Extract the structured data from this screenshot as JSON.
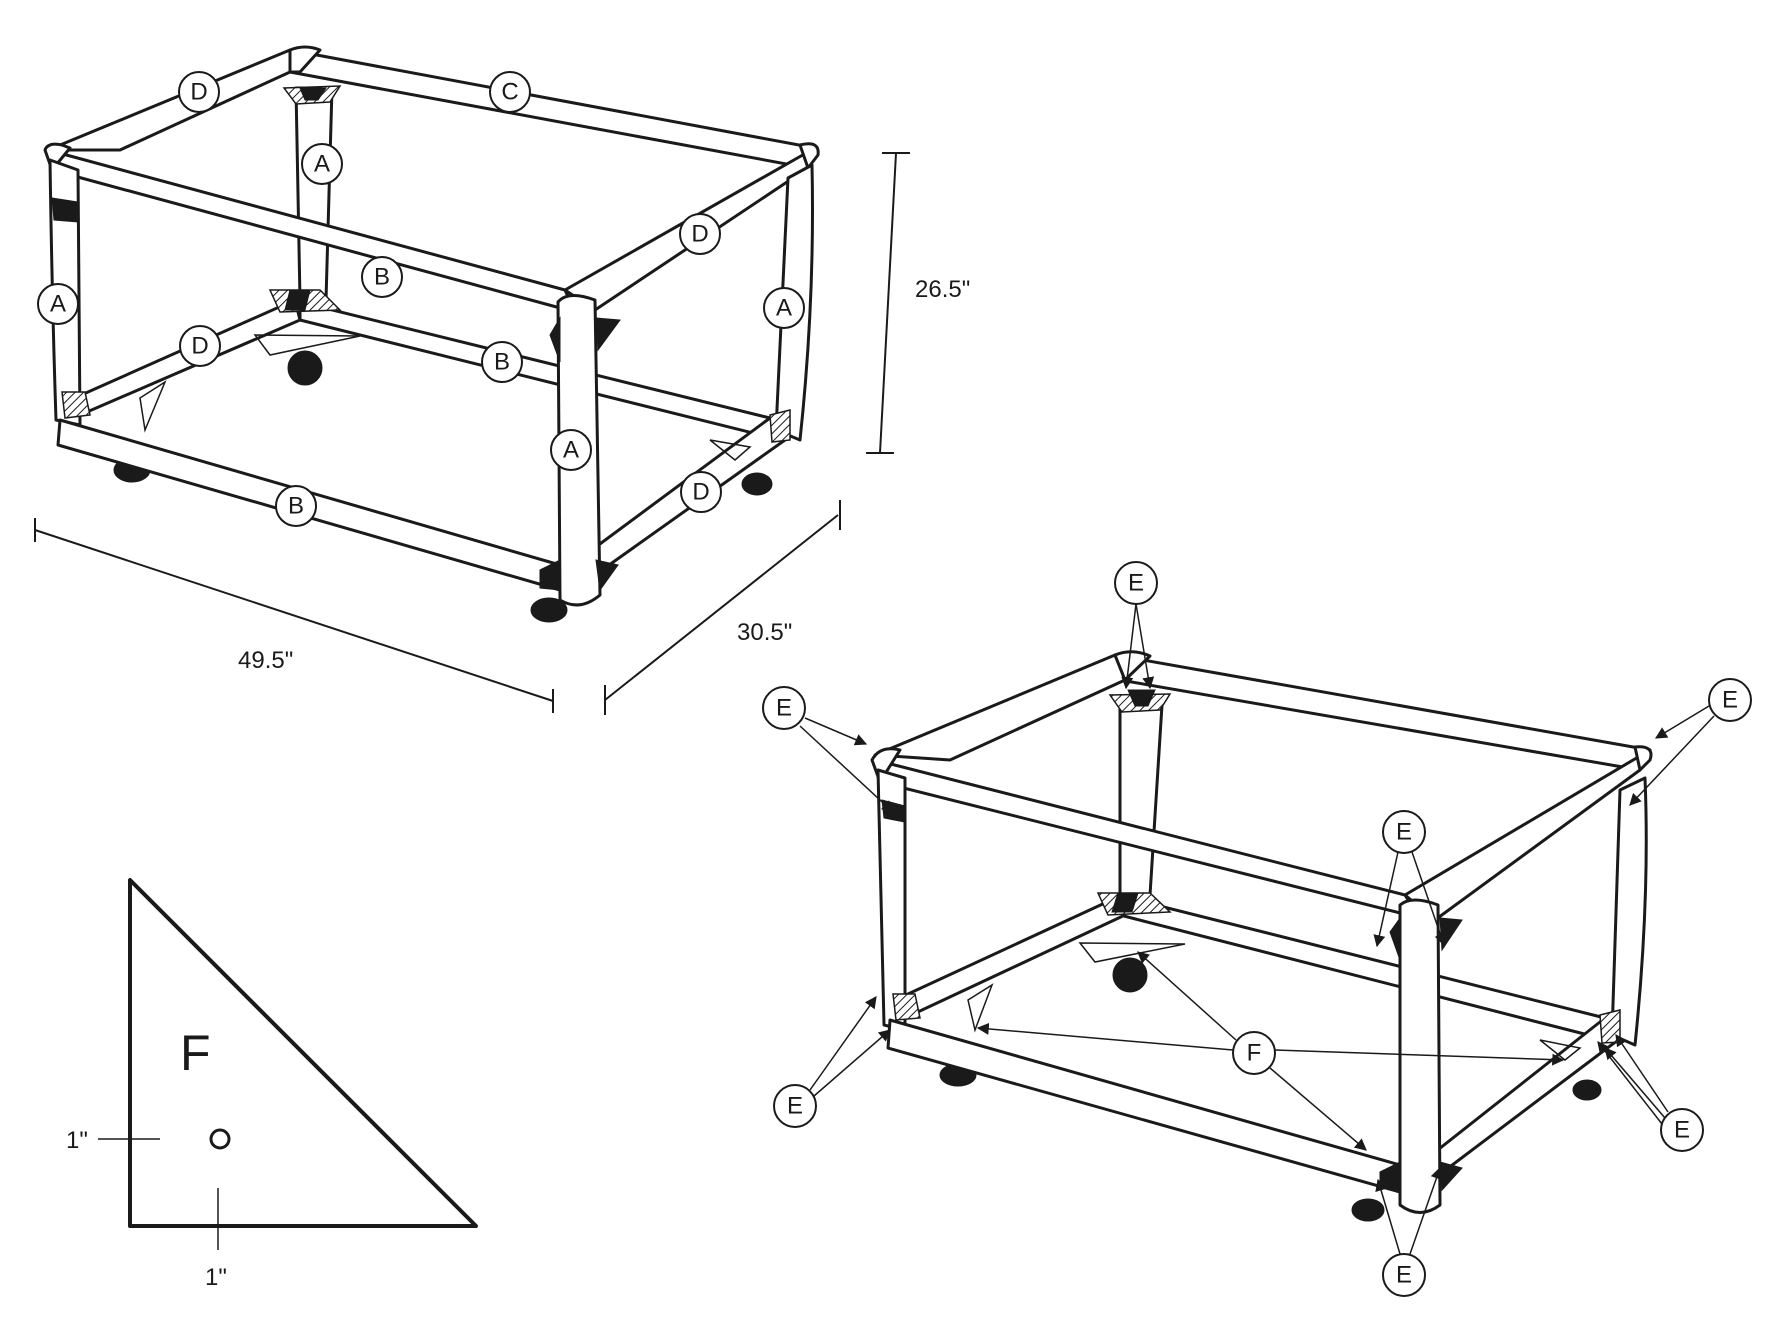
{
  "dimensions": {
    "height": "26.5\"",
    "width": "49.5\"",
    "depth": "30.5\"",
    "hole_offset_x": "1\"",
    "hole_offset_y": "1\""
  },
  "part_letters": {
    "A": "A",
    "B": "B",
    "C": "C",
    "D": "D",
    "E": "E",
    "F": "F"
  },
  "colors": {
    "line": "#1a1a1a",
    "background": "#ffffff"
  }
}
